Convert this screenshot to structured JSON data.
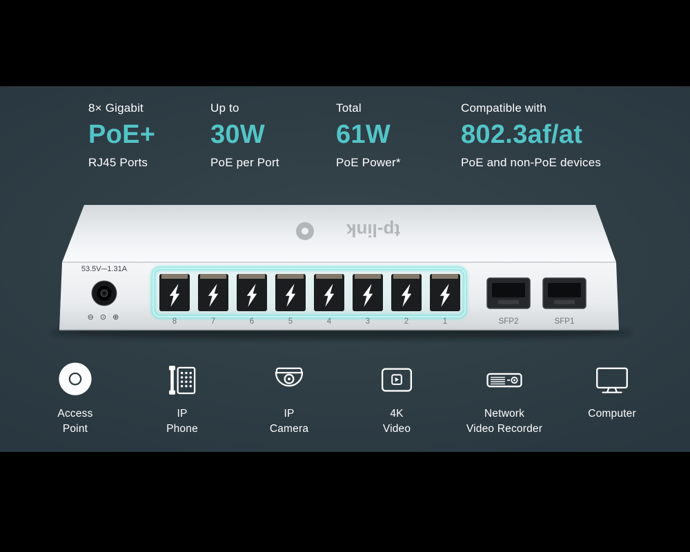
{
  "colors": {
    "letterbox": "#000000",
    "panel_background": "#2f3d45",
    "accent_teal": "#52c5c8",
    "text_white": "#ffffff",
    "port_glow": "#86e4e1"
  },
  "specs": [
    {
      "top": "8× Gigabit",
      "value": "PoE+",
      "bottom": "RJ45 Ports"
    },
    {
      "top": "Up to",
      "value": "30W",
      "bottom": "PoE per Port"
    },
    {
      "top": "Total",
      "value": "61W",
      "bottom": "PoE Power*"
    },
    {
      "top": "Compatible with",
      "value": "802.3af/at",
      "bottom": "PoE and non-PoE devices"
    }
  ],
  "switch": {
    "brand": "tp-link",
    "power_label": "53.5V⎓1.31A",
    "polarity": "⊖ ⊙ ⊕",
    "port_numbers": [
      "8",
      "7",
      "6",
      "5",
      "4",
      "3",
      "2",
      "1"
    ],
    "sfp_labels": [
      "SFP2",
      "SFP1"
    ]
  },
  "devices": [
    {
      "icon": "access-point-icon",
      "label_lines": [
        "Access",
        "Point"
      ]
    },
    {
      "icon": "ip-phone-icon",
      "label_lines": [
        "IP",
        "Phone"
      ]
    },
    {
      "icon": "ip-camera-icon",
      "label_lines": [
        "IP",
        "Camera"
      ]
    },
    {
      "icon": "4k-video-icon",
      "label_lines": [
        "4K",
        "Video"
      ]
    },
    {
      "icon": "network-video-recorder-icon",
      "label_lines": [
        "Network",
        "Video Recorder"
      ]
    },
    {
      "icon": "computer-icon",
      "label_lines": [
        "Computer"
      ]
    }
  ]
}
